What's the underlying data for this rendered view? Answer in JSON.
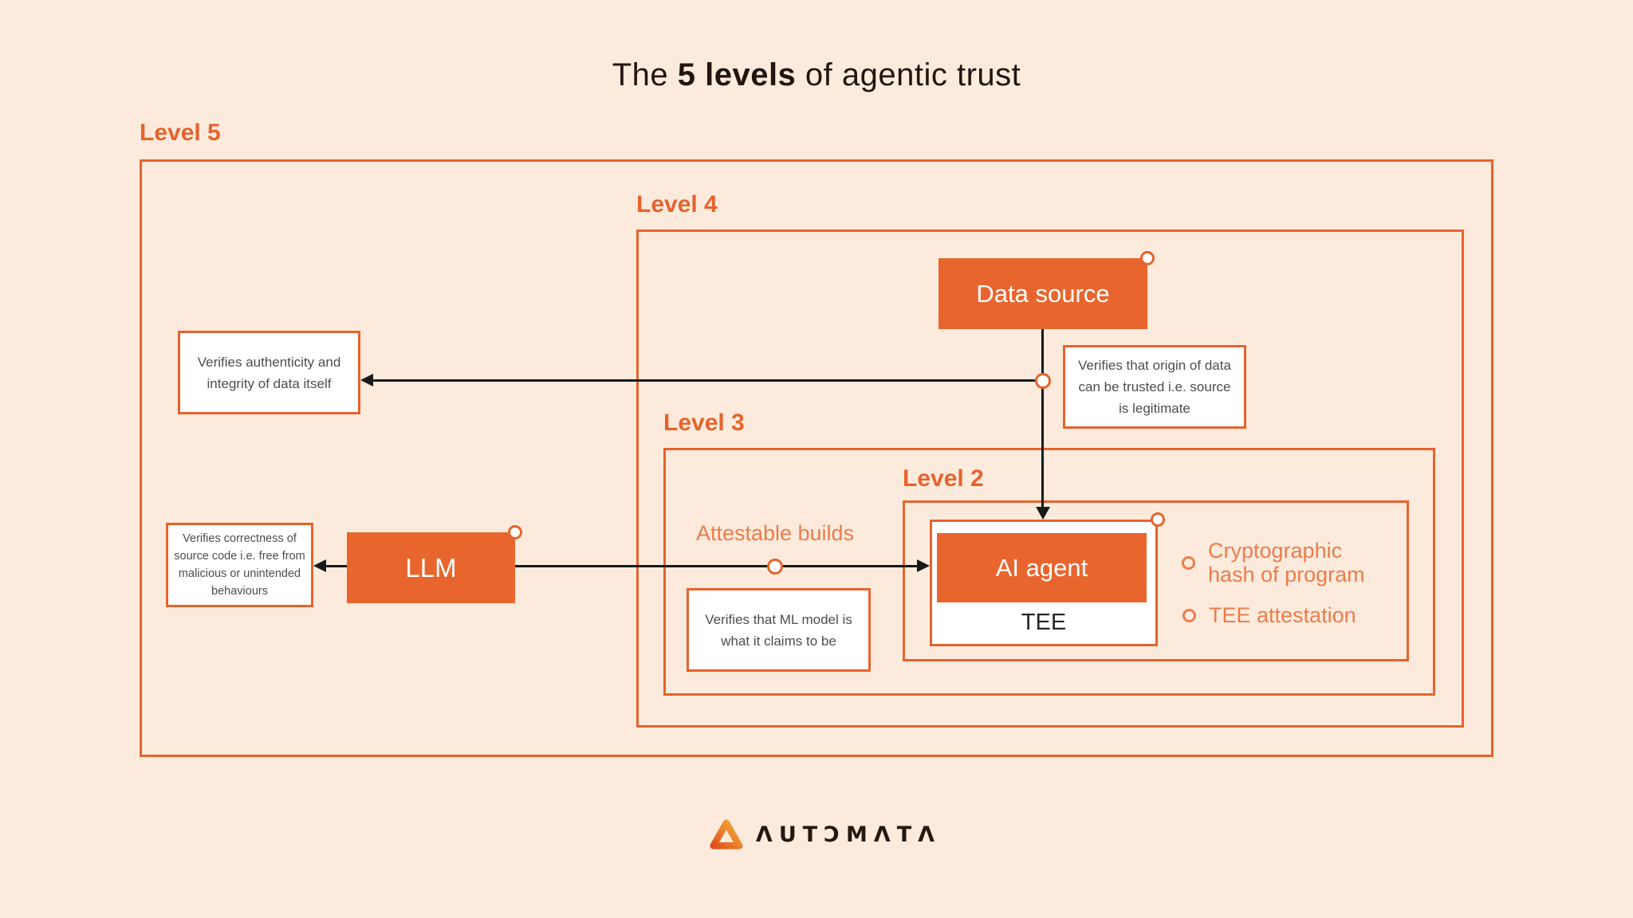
{
  "title": {
    "prefix": "The ",
    "bold": "5 levels",
    "suffix": " of agentic trust"
  },
  "levels": {
    "level5": "Level 5",
    "level4": "Level 4",
    "level3": "Level 3",
    "level2": "Level 2"
  },
  "nodes": {
    "data_source": "Data source",
    "llm": "LLM",
    "ai_agent": "AI agent",
    "tee": "TEE"
  },
  "edge_labels": {
    "attestable_builds": "Attestable builds"
  },
  "annotations": {
    "data_integrity": {
      "lines": [
        "Verifies authenticity and",
        "integrity of data itself"
      ]
    },
    "data_origin": {
      "lines": [
        "Verifies that origin of data",
        "can be trusted i.e. source",
        "is legitimate"
      ]
    },
    "source_code": {
      "lines": [
        "Verifies correctness of",
        "source code i.e. free from",
        "malicious or unintended",
        "behaviours"
      ]
    },
    "ml_model": {
      "lines": [
        "Verifies that ML model is",
        "what it claims to be"
      ]
    }
  },
  "bullets": [
    {
      "label": "Cryptographic hash of program"
    },
    {
      "label": "TEE attestation"
    }
  ],
  "brand": {
    "name": "AUTOMATA",
    "display": "ΛUTƆMΛTΛ"
  },
  "colors": {
    "bg": "#FCEBDD",
    "orange": "#E7632C",
    "orange_fill": "#E8662E",
    "orange_light": "#ED7C4B",
    "ink": "#211511",
    "gray": "#4D4D4D",
    "line": "#191919",
    "tee_text": "#262626",
    "logo_text": "#241812",
    "logo_gradient_start": "#E0501E",
    "logo_gradient_end": "#F6B23A",
    "white": "#FFFFFF"
  }
}
